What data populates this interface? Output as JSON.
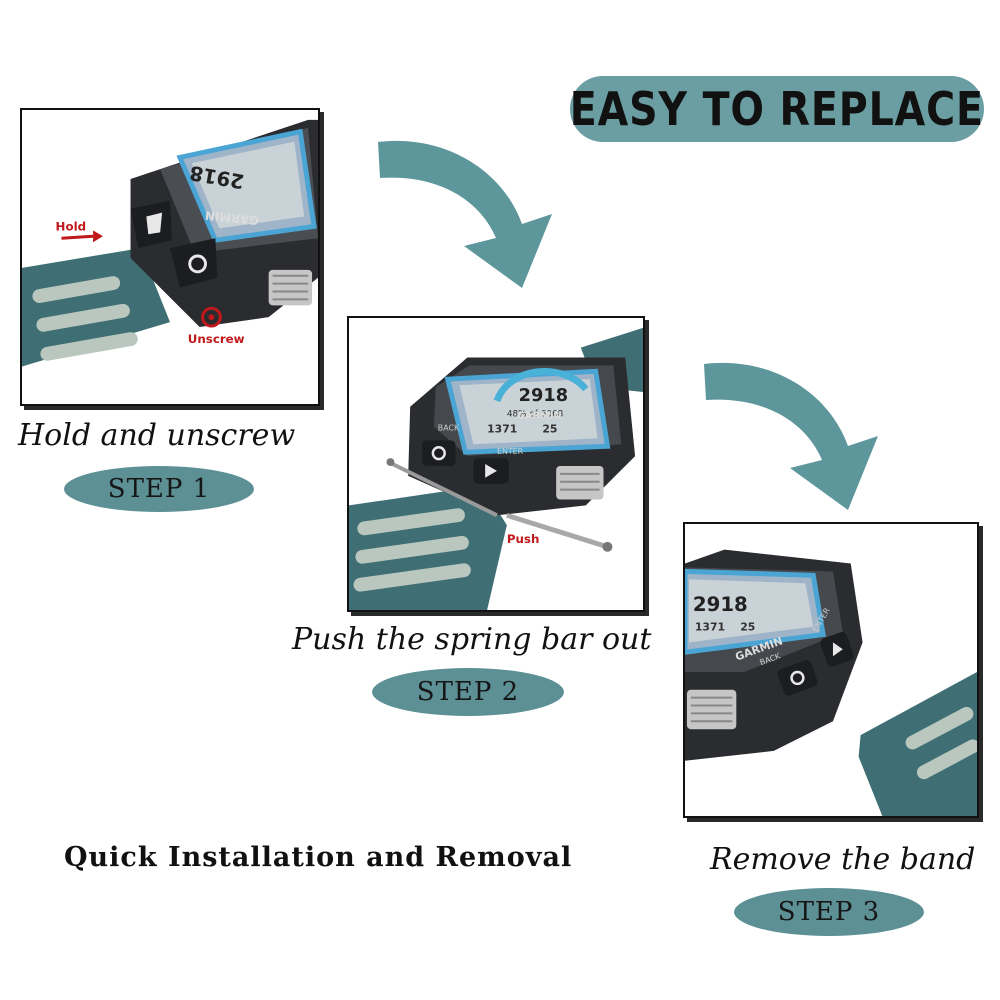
{
  "banner": {
    "title": "EASY TO REPLACE"
  },
  "steps": [
    {
      "caption": "Hold and unscrew",
      "badge": "STEP 1",
      "callout_hold": "Hold",
      "callout_unscrew": "Unscrew"
    },
    {
      "caption": "Push the spring bar out",
      "badge": "STEP 2",
      "callout_push": "Push"
    },
    {
      "caption": "Remove the band",
      "badge": "STEP 3"
    }
  ],
  "footer": {
    "text": "Quick Installation and Removal"
  },
  "watch": {
    "brand": "GARMIN",
    "back_label": "BACK",
    "enter_label": "ENTER",
    "steps_value": "2918",
    "goal_text": "48% of 6068",
    "stat_a": "1371",
    "stat_b": "25"
  },
  "colors": {
    "banner_bg": "#6a9ea2",
    "badge_bg": "#5c9095",
    "arrow": "#5d979c",
    "band": "#3f6f74",
    "callout_red": "#c0181b"
  },
  "icons": [
    "curved-arrow-icon",
    "red-arrow-icon",
    "unscrew-icon",
    "back-button-icon",
    "enter-button-icon"
  ]
}
